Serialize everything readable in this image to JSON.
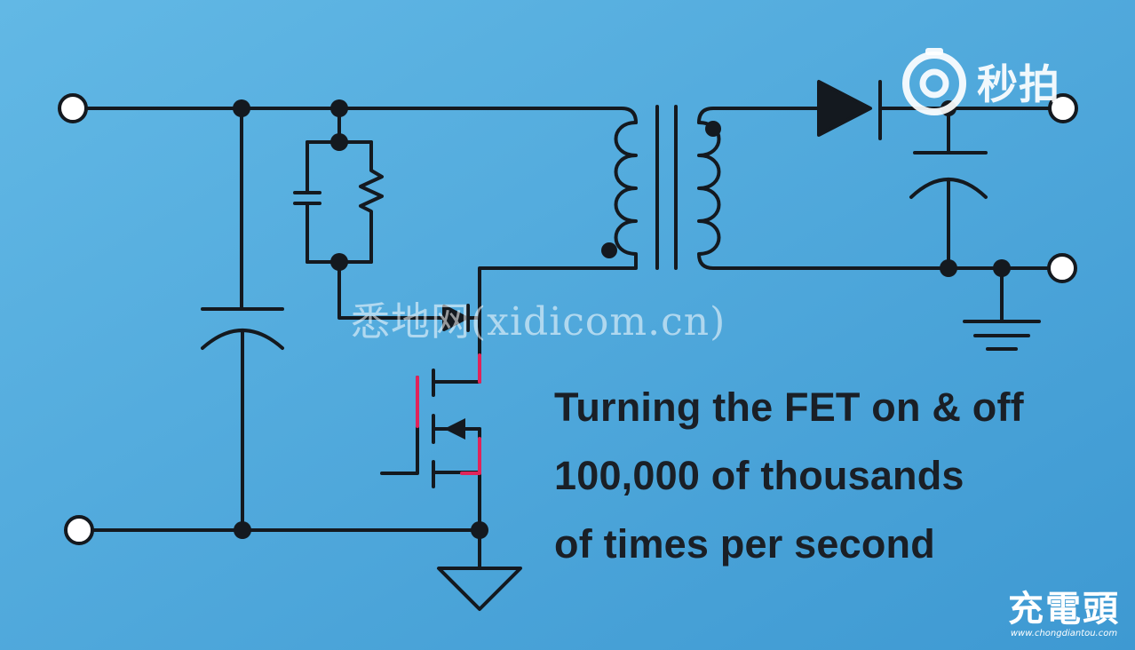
{
  "caption": {
    "line1": "Turning the FET on & off",
    "line2": "100,000 of thousands",
    "line3": "of times per second"
  },
  "watermarks": {
    "center": "悉地网(xidicom.cn)",
    "top_right": "秒拍",
    "bottom_right_large": "充電頭",
    "bottom_right_small": "www.chongdiantou.com"
  },
  "colors": {
    "background_top": "#5fb6e3",
    "background_bottom": "#3f9bd3",
    "wire": "#14191f",
    "highlight": "#e0245a",
    "caption": "#1a1f26",
    "watermark": "#ffffff"
  }
}
